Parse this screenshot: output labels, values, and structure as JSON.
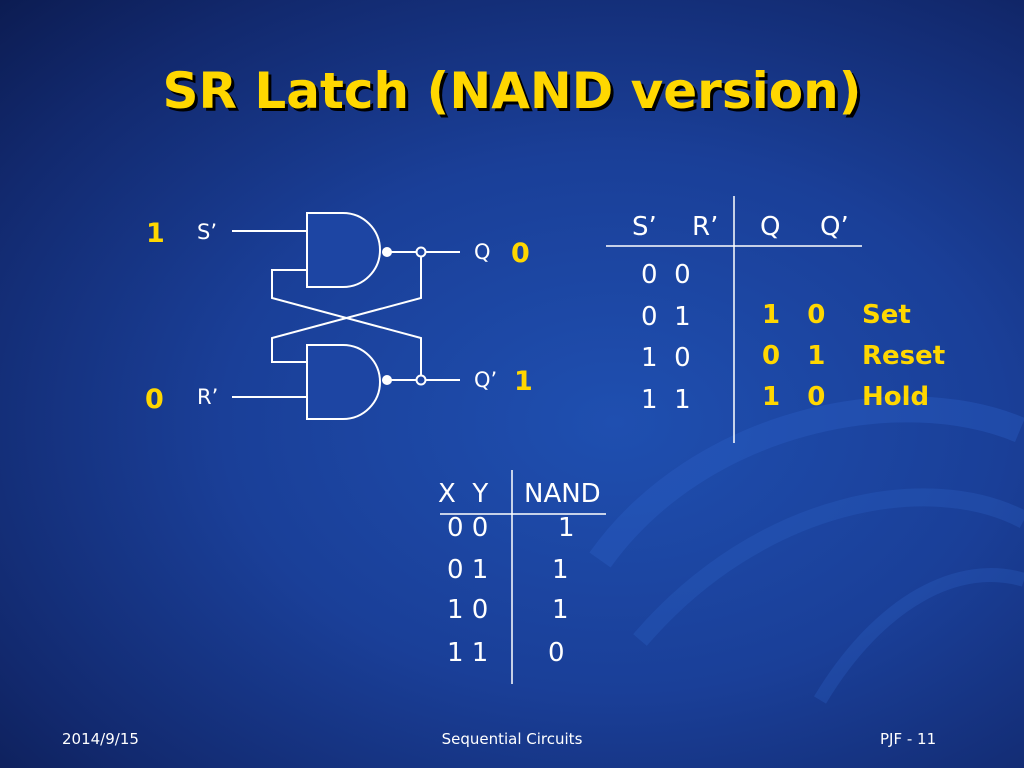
{
  "slide": {
    "title": "SR Latch (NAND version)"
  },
  "circuit": {
    "inputs": {
      "s_label": "S’",
      "s_value": "1",
      "r_label": "R’",
      "r_value": "0"
    },
    "outputs": {
      "q_label": "Q",
      "q_value": "0",
      "qbar_label": "Q’",
      "qbar_value": "1"
    },
    "gates": [
      "NAND",
      "NAND"
    ]
  },
  "latch_table": {
    "headers": {
      "s": "S’",
      "r": "R’",
      "q": "Q",
      "qbar": "Q’"
    },
    "rows": [
      {
        "inputs": "0  0",
        "outputs": "",
        "action": ""
      },
      {
        "inputs": "0  1",
        "outputs": "1   0",
        "action": "Set"
      },
      {
        "inputs": "1  0",
        "outputs": "0   1",
        "action": "Reset"
      },
      {
        "inputs": "1  1",
        "outputs": "1   0",
        "action": "Hold"
      }
    ]
  },
  "nand_table": {
    "headers": {
      "xy": "X  Y",
      "out": "NAND"
    },
    "rows": [
      {
        "xy": "0 0",
        "out": "1"
      },
      {
        "xy": "0 1",
        "out": "1"
      },
      {
        "xy": "1 0",
        "out": "1"
      },
      {
        "xy": "1 1",
        "out": "0"
      }
    ]
  },
  "footer": {
    "date": "2014/9/15",
    "topic": "Sequential Circuits",
    "page": "PJF - 11"
  },
  "colors": {
    "background": "#1a3f98",
    "title": "#ffd700",
    "highlight": "#ffd700",
    "text": "#ffffff"
  }
}
